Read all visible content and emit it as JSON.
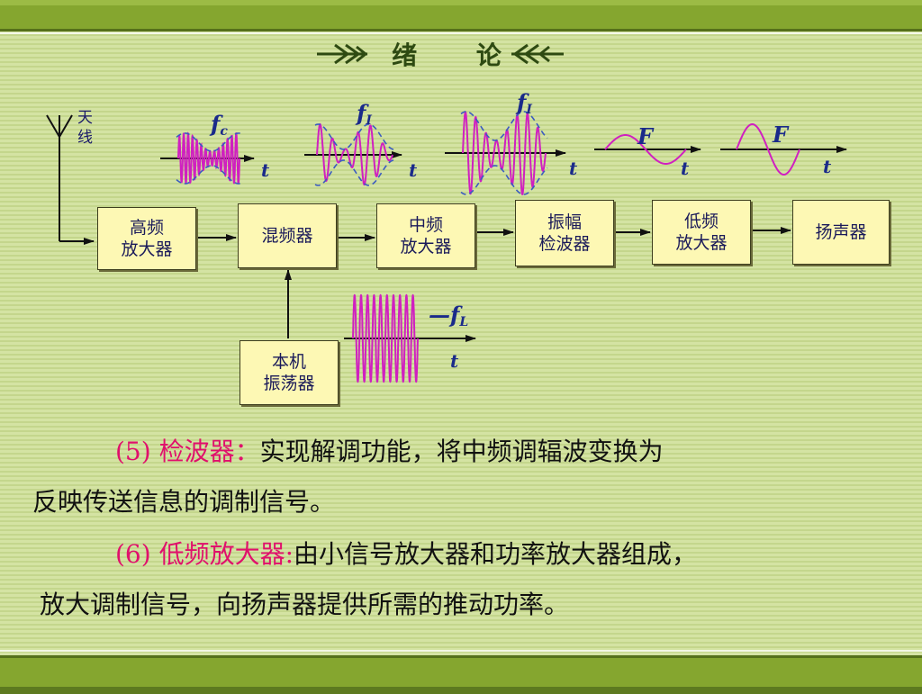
{
  "slide": {
    "title": "绪 论",
    "antenna_label": "天线",
    "blocks": {
      "rf_amp": "高频\n放大器",
      "mixer": "混频器",
      "if_amp": "中频\n放大器",
      "detector": "振幅\n检波器",
      "af_amp": "低频\n放大器",
      "speaker": "扬声器",
      "local_osc": "本机\n振荡器"
    },
    "waveform_labels": {
      "fc": "f",
      "fc_sub": "c",
      "fi1": "f",
      "fi1_sub": "I",
      "fi2": "f",
      "fi2_sub": "I",
      "F1": "F",
      "F2": "F",
      "fl": "—f",
      "fl_sub": "L",
      "t": "t"
    },
    "paragraphs": {
      "p5_term": "(5) 检波器：",
      "p5_line1": "实现解调功能，将中频调辐波变换为",
      "p5_line2": "反映传送信息的调制信号。",
      "p6_term": "(6) 低频放大器:",
      "p6_line1": "由小信号放大器和功率放大器组成，",
      "p6_line2": "放大调制信号，向扬声器提供所需的推动功率。"
    }
  },
  "colors": {
    "wave": "#d020c0",
    "envelope": "#3b5cc0",
    "axis": "#111111",
    "term": "#e0106c",
    "box_fill": "#fdf8b4",
    "label": "#1a2a8a"
  }
}
